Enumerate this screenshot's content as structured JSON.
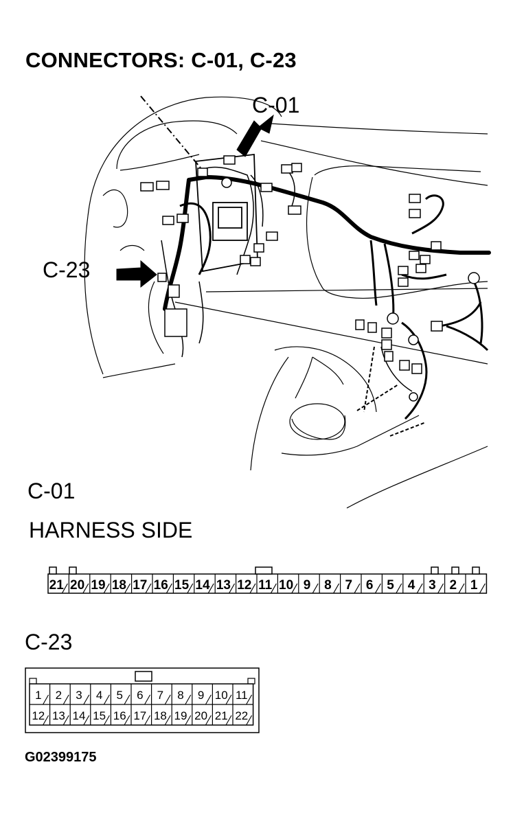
{
  "title": "CONNECTORS: C-01, C-23",
  "callouts": {
    "c01": "C-01",
    "c23": "C-23"
  },
  "connector_c01": {
    "name": "C-01",
    "subtitle": "HARNESS SIDE",
    "pins": [
      "21",
      "20",
      "19",
      "18",
      "17",
      "16",
      "15",
      "14",
      "13",
      "12",
      "11",
      "10",
      "9",
      "8",
      "7",
      "6",
      "5",
      "4",
      "3",
      "2",
      "1"
    ]
  },
  "connector_c23": {
    "name": "C-23",
    "row1": [
      "1",
      "2",
      "3",
      "4",
      "5",
      "6",
      "7",
      "8",
      "9",
      "10",
      "11"
    ],
    "row2": [
      "12",
      "13",
      "14",
      "15",
      "16",
      "17",
      "18",
      "19",
      "20",
      "21",
      "22"
    ]
  },
  "figure_id": "G02399175"
}
